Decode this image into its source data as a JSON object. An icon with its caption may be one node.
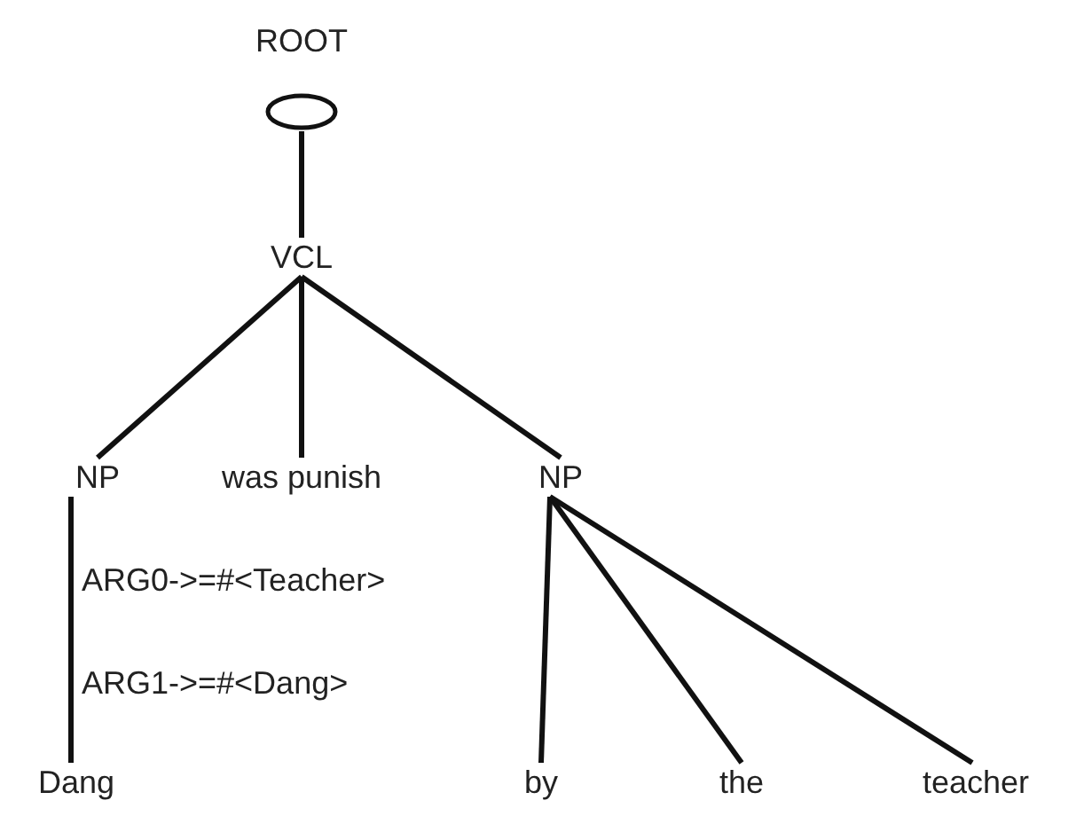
{
  "diagram": {
    "nodes": [
      {
        "text": [
          "ROOT"
        ]
      },
      {
        "text": [
          "VCL"
        ]
      },
      {
        "text": [
          "NP"
        ]
      },
      {
        "text": [
          "was punish"
        ]
      },
      {
        "text": [
          "NP"
        ]
      },
      {
        "text": [
          "Dang"
        ]
      },
      {
        "text": [
          "by"
        ]
      },
      {
        "text": [
          "the"
        ]
      },
      {
        "text": [
          "teacher"
        ]
      }
    ],
    "edges": [
      {
        "from": 0,
        "to": 1,
        "arrow": "none"
      },
      {
        "from": 1,
        "to": 2,
        "arrow": "none"
      },
      {
        "from": 1,
        "to": 3,
        "arrow": "none"
      },
      {
        "from": 1,
        "to": 4,
        "arrow": "none"
      },
      {
        "from": 2,
        "to": 5,
        "arrow": "none"
      },
      {
        "from": 4,
        "to": 6,
        "arrow": "none"
      },
      {
        "from": 4,
        "to": 7,
        "arrow": "none"
      },
      {
        "from": 4,
        "to": 8,
        "arrow": "none"
      }
    ],
    "labels": [
      "ARG0->=#<Teacher>",
      "ARG1->=#<Dang>"
    ]
  }
}
